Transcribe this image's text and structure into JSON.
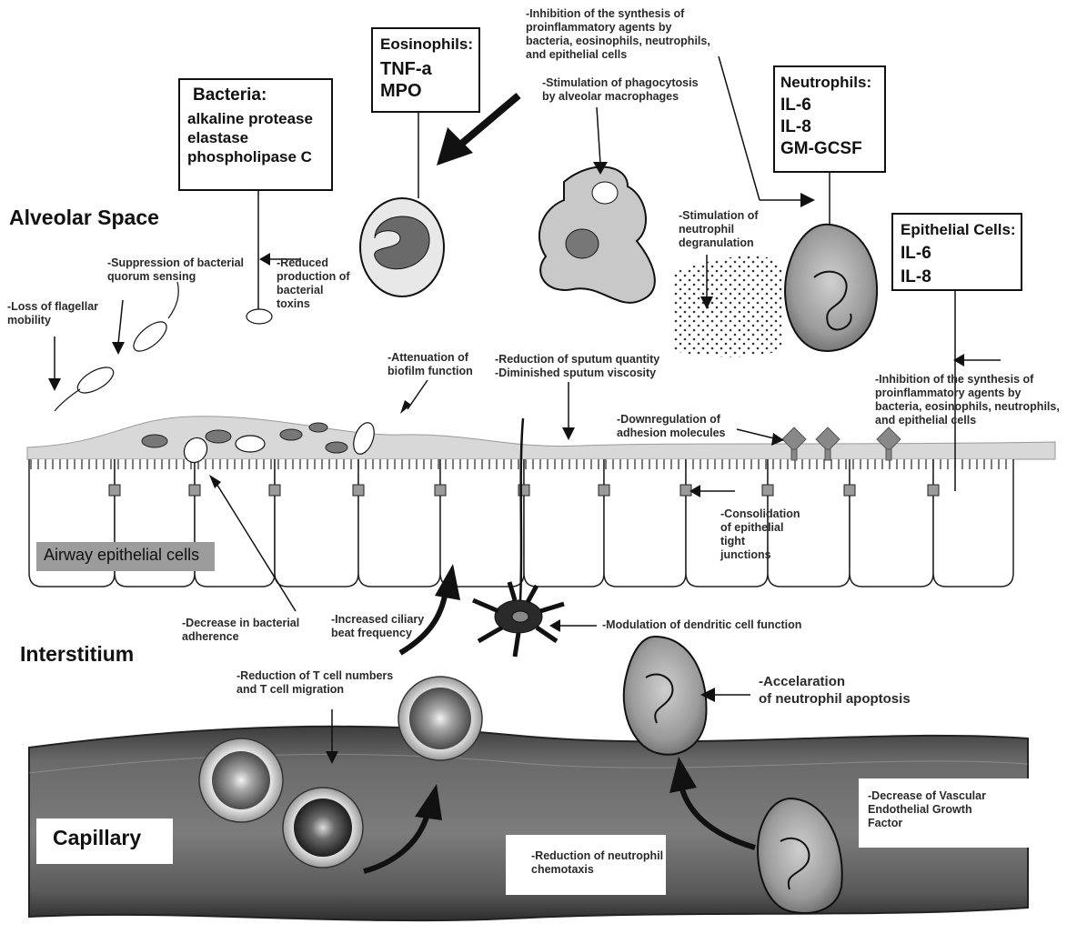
{
  "regions": {
    "alveolar_space": "Alveolar Space",
    "airway_epithelial": "Airway epithelial cells",
    "interstitium": "Interstitium",
    "capillary": "Capillary"
  },
  "boxes": {
    "bacteria": {
      "title": "Bacteria:",
      "items": [
        "alkaline protease",
        "elastase",
        "phospholipase C"
      ]
    },
    "eosinophils": {
      "title": "Eosinophils:",
      "items": [
        "TNF-a",
        "MPO"
      ]
    },
    "neutrophils": {
      "title": "Neutrophils:",
      "items": [
        "IL-6",
        "IL-8",
        "GM-GCSF"
      ]
    },
    "epithelial": {
      "title": "Epithelial Cells:",
      "items": [
        "IL-6",
        "IL-8"
      ]
    }
  },
  "labels": {
    "inhibition_top": [
      "-Inhibition of the synthesis of",
      "proinflammatory agents by",
      "bacteria, eosinophils, neutrophils,",
      "and epithelial cells"
    ],
    "phagocytosis": [
      "-Stimulation of phagocytosis",
      "by alveolar macrophages"
    ],
    "degranulation": [
      "-Stimulation of",
      "neutrophil",
      "degranulation"
    ],
    "quorum": [
      "-Suppression of bacterial",
      "quorum sensing"
    ],
    "toxins": [
      "-Reduced",
      "production of",
      "bacterial",
      "toxins"
    ],
    "flagellar": [
      "-Loss of flagellar",
      "mobility"
    ],
    "biofilm": [
      "-Attenuation of",
      "biofilm function"
    ],
    "sputum": [
      "-Reduction of sputum quantity",
      "-Diminished sputum viscosity"
    ],
    "inhibition_right": [
      "-Inhibition of the synthesis of",
      "proinflammatory agents by",
      "bacteria, eosinophils, neutrophils,",
      "and epithelial cells"
    ],
    "adhesion": [
      "-Downregulation of",
      "adhesion molecules"
    ],
    "tight_junctions": [
      "-Consolidation",
      "of epithelial",
      "tight",
      "junctions"
    ],
    "adherence": [
      "-Decrease in bacterial",
      "adherence"
    ],
    "ciliary": [
      "-Increased ciliary",
      "beat frequency"
    ],
    "dendritic": [
      "-Modulation of dendritic cell function"
    ],
    "tcell": [
      "-Reduction of T cell numbers",
      "and T cell migration"
    ],
    "apoptosis": [
      "-Accelaration",
      "of neutrophil apoptosis"
    ],
    "vegf": [
      "-Decrease of Vascular",
      "Endothelial Growth",
      "Factor"
    ],
    "chemotaxis": [
      "-Reduction of neutrophil",
      "chemotaxis"
    ]
  }
}
